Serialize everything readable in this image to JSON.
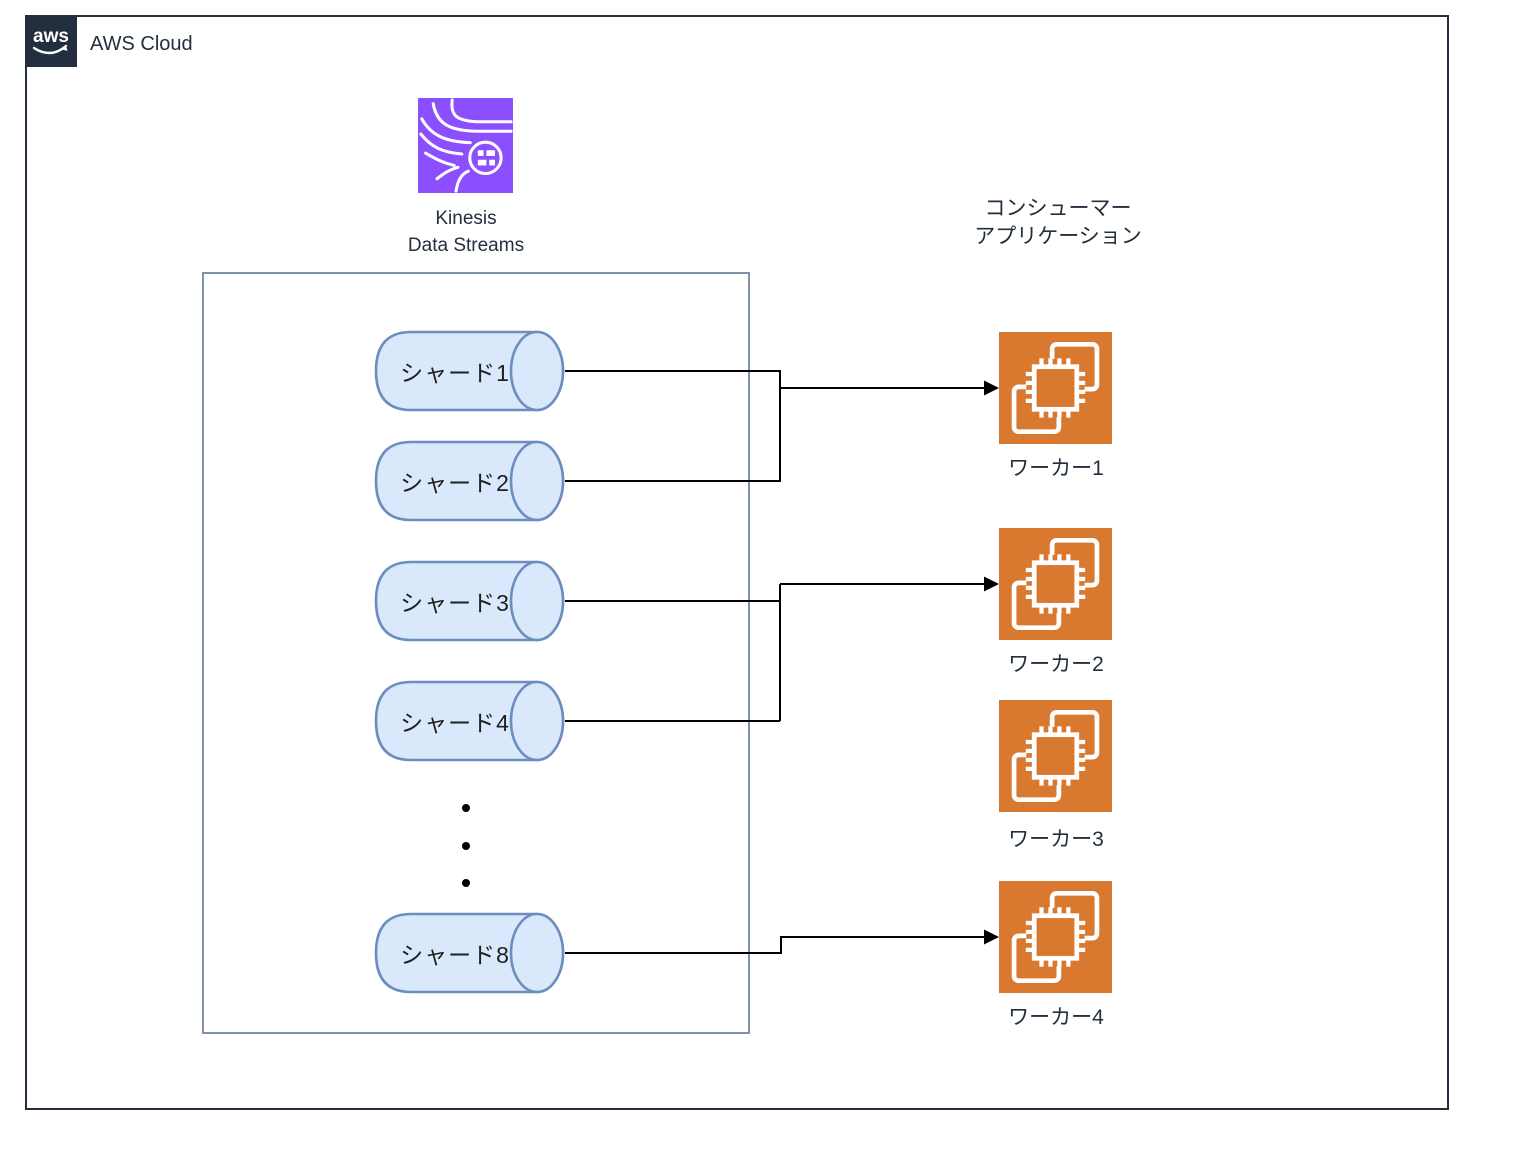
{
  "aws_frame": {
    "label": "AWS Cloud",
    "logo_text": "aws"
  },
  "kinesis": {
    "label_line1": "Kinesis",
    "label_line2": "Data Streams"
  },
  "consumer": {
    "label_line1": "コンシューマー",
    "label_line2": "アプリケーション"
  },
  "shards": [
    {
      "label": "シャード1"
    },
    {
      "label": "シャード2"
    },
    {
      "label": "シャード3"
    },
    {
      "label": "シャード4"
    },
    {
      "label": "シャード8"
    }
  ],
  "workers": [
    {
      "label": "ワーカー1"
    },
    {
      "label": "ワーカー2"
    },
    {
      "label": "ワーカー3"
    },
    {
      "label": "ワーカー4"
    }
  ],
  "edges": [
    {
      "from": [
        "シャード1",
        "シャード2"
      ],
      "to": "ワーカー1"
    },
    {
      "from": [
        "シャード3",
        "シャード4"
      ],
      "to": "ワーカー2"
    },
    {
      "from": [
        "シャード8"
      ],
      "to": "ワーカー4"
    }
  ],
  "colors": {
    "frame_navy": "#232F3E",
    "kinesis_purple": "#8C4FFF",
    "worker_orange": "#D9782F",
    "cylinder_fill": "#DAE8FC",
    "cylinder_stroke": "#6C8EBF",
    "container_stroke": "#8191A9",
    "connector_black": "#000000"
  }
}
